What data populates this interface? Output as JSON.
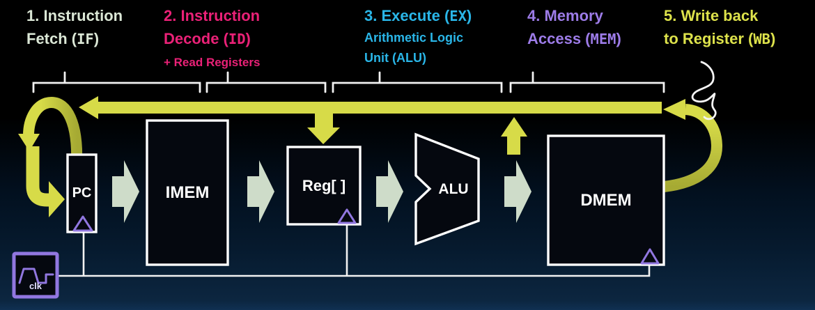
{
  "stages": [
    {
      "line1": "1. Instruction",
      "line2_pre": "Fetch (",
      "line2_mono": "IF",
      "line2_post": ")"
    },
    {
      "line1": "2. Instruction",
      "line2_pre": "Decode (",
      "line2_mono": "ID",
      "line2_post": ")",
      "note": "+ Read Registers"
    },
    {
      "line1_pre": "3. Execute (",
      "line1_mono": "EX",
      "line1_post": ")",
      "note1": "Arithmetic Logic",
      "note2": "Unit (ALU)"
    },
    {
      "line1": "4. Memory",
      "line2_pre": "Access (",
      "line2_mono": "MEM",
      "line2_post": ")"
    },
    {
      "line1": "5. Write back",
      "line2_pre": "to Register (",
      "line2_mono": "WB",
      "line2_post": ")"
    }
  ],
  "components": {
    "pc": "PC",
    "imem": "IMEM",
    "reg": "Reg[ ]",
    "alu": "ALU",
    "dmem": "DMEM",
    "clk": "clk"
  },
  "colors": {
    "stage_if": "#dbe7d6",
    "stage_id": "#ea2177",
    "stage_ex": "#2ab6e8",
    "stage_mem": "#9d7ce8",
    "stage_wb": "#dde24b",
    "yellow_arrow": "#d7db48",
    "yellow_arrow_dark": "#a6aa33",
    "green_arrow": "#cedcc9",
    "purple": "#9177e0",
    "wire": "#f2f2f2",
    "box_border": "#ffffff",
    "box_text": "#ffffff"
  }
}
